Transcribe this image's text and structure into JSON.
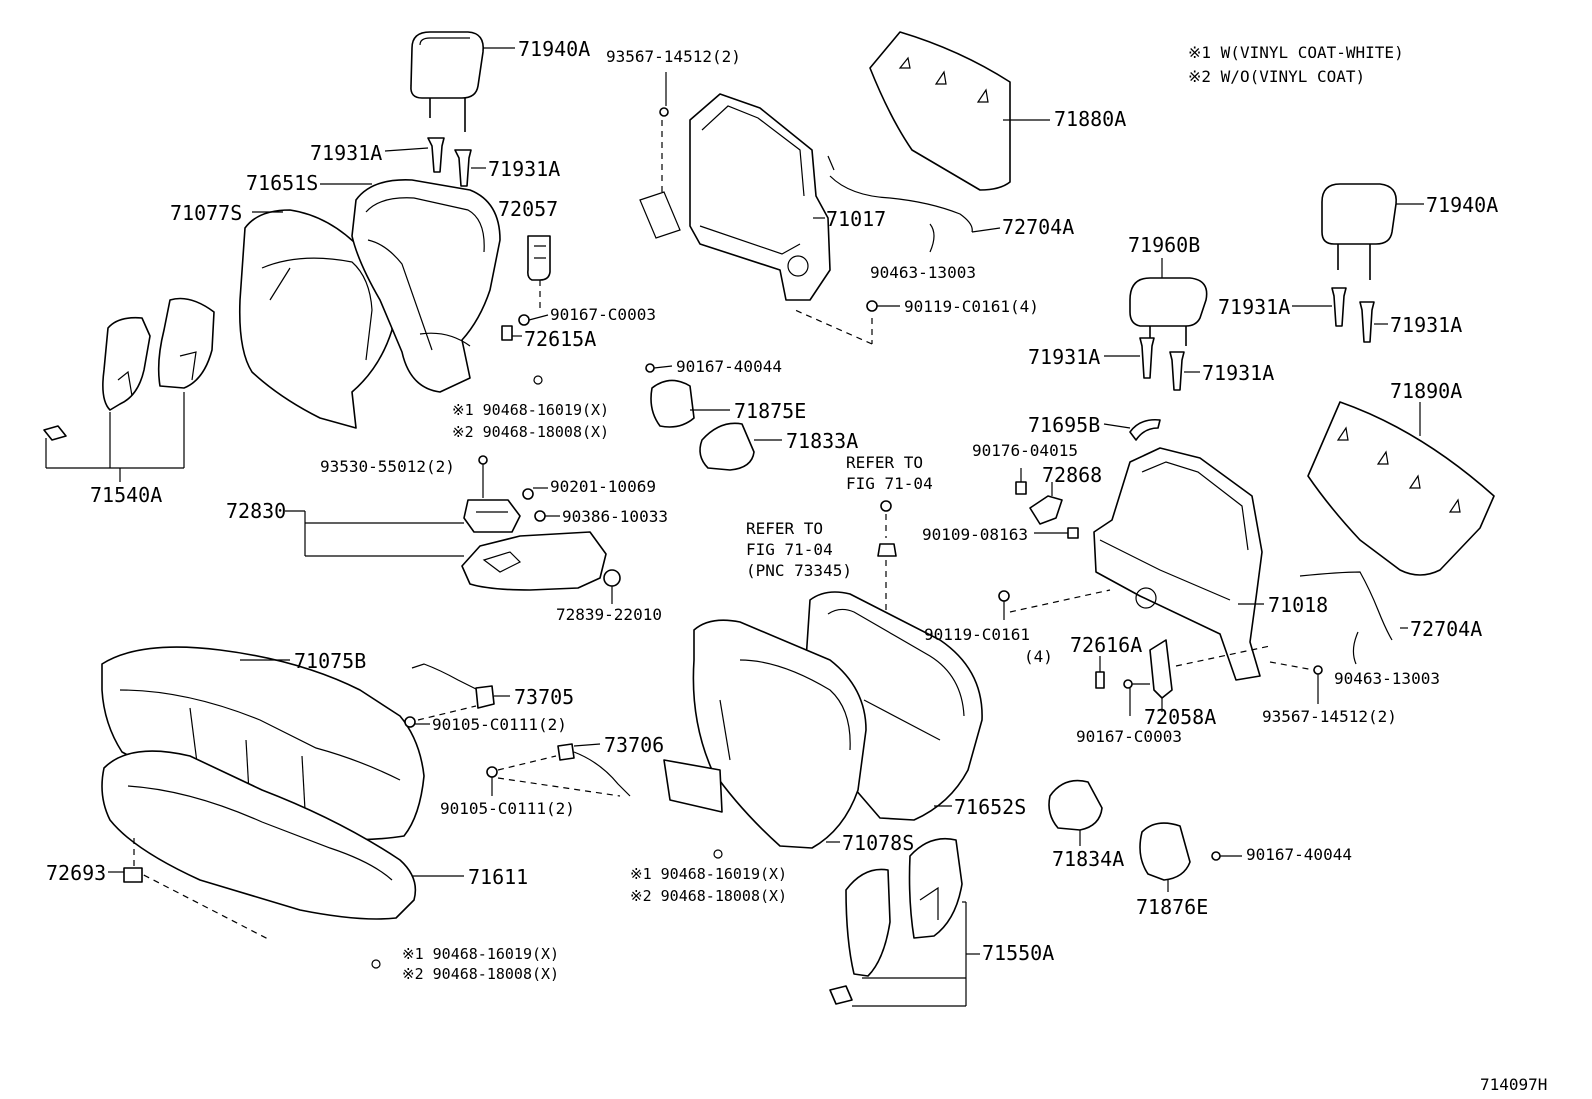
{
  "notes": {
    "note1": "※1 W(VINYL COAT-WHITE)",
    "note2": "※2 W/O(VINYL COAT)"
  },
  "figure_id": "714097H",
  "labels": {
    "l71940A_left": "71940A",
    "l93567_top": "93567-14512(2)",
    "l71880A": "71880A",
    "l71931A_1": "71931A",
    "l71931A_2": "71931A",
    "l71651S": "71651S",
    "l72057": "72057",
    "l71077S": "71077S",
    "l71017": "71017",
    "l72704A_top": "72704A",
    "l90463_top": "90463-13003",
    "l90167_c0003_top": "90167-C0003",
    "l72615A": "72615A",
    "l90119_top": "90119-C0161(4)",
    "l71960B": "71960B",
    "l71940A_right": "71940A",
    "l71931A_3": "71931A",
    "l71931A_4": "71931A",
    "l71931A_5": "71931A",
    "l71931A_6": "71931A",
    "l90167_40044_top": "90167-40044",
    "l90468_a1": "※1 90468-16019(X)",
    "l90468_a2": "※2 90468-18008(X)",
    "l71875E": "71875E",
    "l71833A": "71833A",
    "l71890A": "71890A",
    "l71695B": "71695B",
    "l71540A": "71540A",
    "l90176": "90176-04015",
    "l72868": "72868",
    "l93530": "93530-55012(2)",
    "l90201": "90201-10069",
    "l72830": "72830",
    "l90386": "90386-10033",
    "l90109": "90109-08163",
    "l72839": "72839-22010",
    "l71018": "71018",
    "l90119_bottom": "90119-C0161",
    "l90119_bottom_qty": "(4)",
    "l72616A": "72616A",
    "l72704A_bottom": "72704A",
    "l71075B": "71075B",
    "l73705": "73705",
    "l90105_a": "90105-C0111(2)",
    "l90463_bottom": "90463-13003",
    "l72058A": "72058A",
    "l93567_bottom": "93567-14512(2)",
    "l90167_c0003_bottom": "90167-C0003",
    "l73706": "73706",
    "l90105_b": "90105-C0111(2)",
    "l71652S": "71652S",
    "l71078S": "71078S",
    "l71834A": "71834A",
    "l90167_40044_bottom": "90167-40044",
    "l72693": "72693",
    "l71611": "71611",
    "l90468_b1": "※1 90468-16019(X)",
    "l90468_b2": "※2 90468-18008(X)",
    "l71876E": "71876E",
    "l71550A": "71550A",
    "l90468_c1": "※1 90468-16019(X)",
    "l90468_c2": "※2 90468-18008(X)"
  },
  "refs": {
    "ref1": "REFER TO\nFIG 71-04",
    "ref2": "REFER TO\nFIG 71-04\n(PNC 73345)"
  }
}
